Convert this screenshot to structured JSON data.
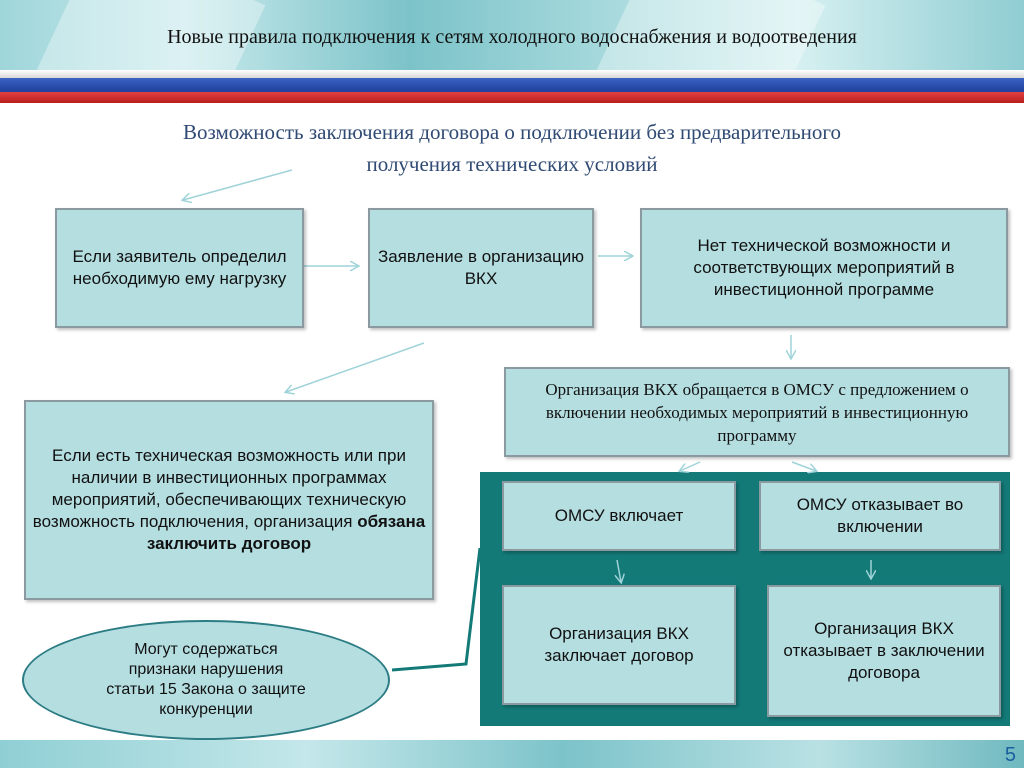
{
  "header": {
    "title": "Новые правила подключения к сетям холодного водоснабжения и водоотведения"
  },
  "subtitle": {
    "line1": "Возможность заключения договора о подключении без предварительного",
    "line2": "получения технических условий"
  },
  "nodes": {
    "load_defined": "Если заявитель определил необходимую ему нагрузку",
    "application": "Заявление в организацию ВКХ",
    "no_capability": "Нет технической возможности и соответствующих мероприятий в инвестиционной программе",
    "vkh_to_omsu": "Организация ВКХ обращается в ОМСУ с предложением о включении необходимых мероприятий в инвестиционную программу",
    "capability_part1": "Если есть техническая возможность или при наличии в инвестиционных программах мероприятий, обеспечивающих техническую возможность подключения, организация ",
    "capability_bold": "обязана заключить договор",
    "omsu_includes": "ОМСУ включает",
    "omsu_refuses": "ОМСУ отказывает во включении",
    "vkh_concludes": "Организация ВКХ заключает договор",
    "vkh_refuses": "Организация ВКХ отказывает в заключении договора",
    "competition_note": "Могут содержаться признаки нарушения статьи 15 Закона о защите конкуренции"
  },
  "footer": {
    "page_number": "5"
  },
  "colors": {
    "box_fill": "#b5dee1",
    "panel": "#137a78",
    "subtitle": "#2f4a73",
    "arrow": "#9fd3d8"
  }
}
